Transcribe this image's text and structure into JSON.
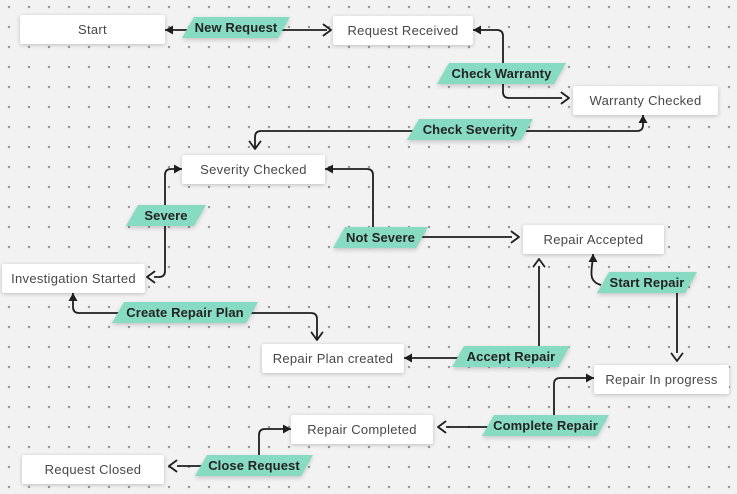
{
  "diagram": {
    "colors": {
      "background": "#f2f2f2",
      "dot": "#5f5f6b",
      "line": "#1e1e1e",
      "state_fill": "#ffffff",
      "state_text": "#474747",
      "transition_fill": "#87dbc3",
      "transition_text": "#232323"
    },
    "states": [
      {
        "id": "start",
        "label": "Start"
      },
      {
        "id": "request-received",
        "label": "Request Received"
      },
      {
        "id": "warranty-checked",
        "label": "Warranty Checked"
      },
      {
        "id": "severity-checked",
        "label": "Severity Checked"
      },
      {
        "id": "repair-accepted",
        "label": "Repair Accepted"
      },
      {
        "id": "investigation-started",
        "label": "Investigation Started"
      },
      {
        "id": "repair-plan-created",
        "label": "Repair Plan created"
      },
      {
        "id": "repair-in-progress",
        "label": "Repair In progress"
      },
      {
        "id": "repair-completed",
        "label": "Repair Completed"
      },
      {
        "id": "request-closed",
        "label": "Request Closed"
      }
    ],
    "transitions": [
      {
        "id": "new-request",
        "label": "New Request"
      },
      {
        "id": "check-warranty",
        "label": "Check Warranty"
      },
      {
        "id": "check-severity",
        "label": "Check Severity"
      },
      {
        "id": "severe",
        "label": "Severe"
      },
      {
        "id": "not-severe",
        "label": "Not Severe"
      },
      {
        "id": "start-repair",
        "label": "Start Repair"
      },
      {
        "id": "create-repair-plan",
        "label": "Create Repair Plan"
      },
      {
        "id": "accept-repair",
        "label": "Accept Repair"
      },
      {
        "id": "complete-repair",
        "label": "Complete Repair"
      },
      {
        "id": "close-request",
        "label": "Close Request"
      }
    ]
  }
}
